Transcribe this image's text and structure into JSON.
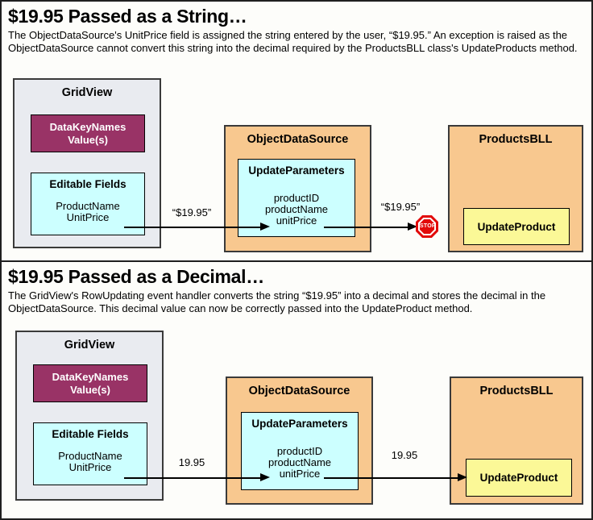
{
  "colors": {
    "panel_bg": "#fdfdfa",
    "panel_border": "#1f1f1f",
    "box_border": "#3a3a3a",
    "inner_border": "#000000",
    "gridview_bg": "#e9ebf0",
    "magenta": "#993366",
    "cyan": "#ccffff",
    "tan": "#f8c88f",
    "yellow": "#fbf897",
    "stop_red": "#e20a0a",
    "arrow_black": "#000000",
    "text": "#000000"
  },
  "panels": [
    {
      "title": "$19.95 Passed as a String…",
      "description": "The ObjectDataSource's UnitPrice field is assigned the string entered by the user, “$19.95.” An exception is raised as the ObjectDataSource cannot convert this string into the decimal required by the ProductsBLL class's UpdateProducts method.",
      "gridview": {
        "title": "GridView",
        "datakeynames_line1": "DataKeyNames",
        "datakeynames_line2": "Value(s)",
        "editable_title": "Editable Fields",
        "field1": "ProductName",
        "field2": "UnitPrice"
      },
      "ods": {
        "title": "ObjectDataSource",
        "params_title": "UpdateParameters",
        "param1": "productID",
        "param2": "productName",
        "param3": "unitPrice"
      },
      "bll": {
        "title": "ProductsBLL",
        "method": "UpdateProduct"
      },
      "arrow1_label": "“$19.95”",
      "arrow2_label": "“$19.95”",
      "stop_label": "STOP"
    },
    {
      "title": "$19.95 Passed as a Decimal…",
      "description": "The GridView's RowUpdating event handler converts the string “$19.95” into a decimal and stores the decimal in the ObjectDataSource. This decimal value can now be correctly passed into the UpdateProduct method.",
      "gridview": {
        "title": "GridView",
        "datakeynames_line1": "DataKeyNames",
        "datakeynames_line2": "Value(s)",
        "editable_title": "Editable Fields",
        "field1": "ProductName",
        "field2": "UnitPrice"
      },
      "ods": {
        "title": "ObjectDataSource",
        "params_title": "UpdateParameters",
        "param1": "productID",
        "param2": "productName",
        "param3": "unitPrice"
      },
      "bll": {
        "title": "ProductsBLL",
        "method": "UpdateProduct"
      },
      "arrow1_label": "19.95",
      "arrow2_label": "19.95"
    }
  ]
}
